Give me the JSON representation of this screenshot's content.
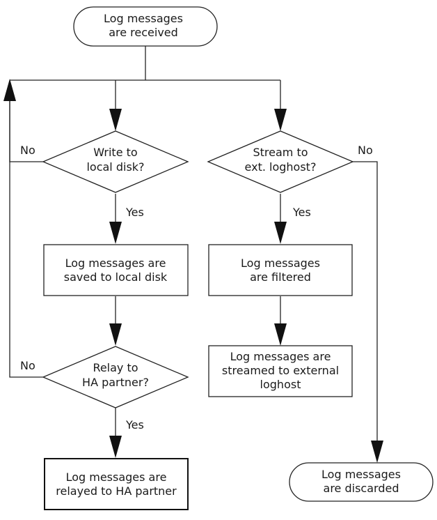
{
  "nodes": {
    "start": [
      "Log messages",
      "are received"
    ],
    "q_disk": [
      "Write to",
      "local disk?"
    ],
    "saved": [
      "Log messages are",
      "saved to local disk"
    ],
    "q_relay": [
      "Relay to",
      "HA partner?"
    ],
    "relayed": [
      "Log messages are",
      "relayed to HA partner"
    ],
    "q_stream": [
      "Stream to",
      "ext. loghost?"
    ],
    "filtered": [
      "Log messages",
      "are filtered"
    ],
    "streamed": [
      "Log messages are",
      "streamed to external",
      "loghost"
    ],
    "discarded": [
      "Log messages",
      "are discarded"
    ]
  },
  "edge_labels": {
    "disk_no": "No",
    "disk_yes": "Yes",
    "relay_no": "No",
    "relay_yes": "Yes",
    "stream_no": "No",
    "stream_yes": "Yes"
  }
}
